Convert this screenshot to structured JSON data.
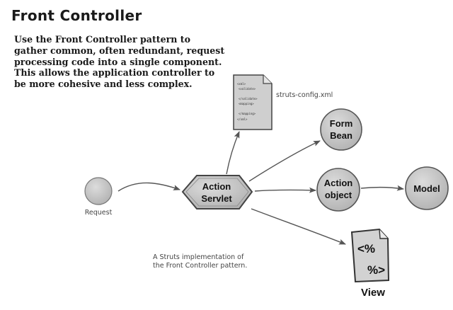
{
  "title": "Front Controller",
  "intro": "Use the Front Controller pattern to\ngather common, often redundant, request\nprocessing code into a single component.\nThis allows the application controller to\nbe more cohesive and less complex.",
  "caption": "A Struts implementation of\nthe Front Controller pattern.",
  "nodes": {
    "request": "Request",
    "action_servlet": [
      "Action",
      "Servlet"
    ],
    "form_bean": [
      "Form",
      "Bean"
    ],
    "action_object": [
      "Action",
      "object"
    ],
    "model": "Model",
    "config_file": "struts-config.xml",
    "view": "View",
    "view_symbol_top": "<%",
    "view_symbol_bottom": "%>"
  },
  "config_lines": [
    "<xml>",
    "<validate>",
    "</validate>",
    "<mapping>",
    "",
    "</mapping>",
    "</xml>"
  ],
  "colors": {
    "node_fill": "#c4c4c4",
    "node_stroke": "#555555",
    "arrow": "#555555"
  }
}
